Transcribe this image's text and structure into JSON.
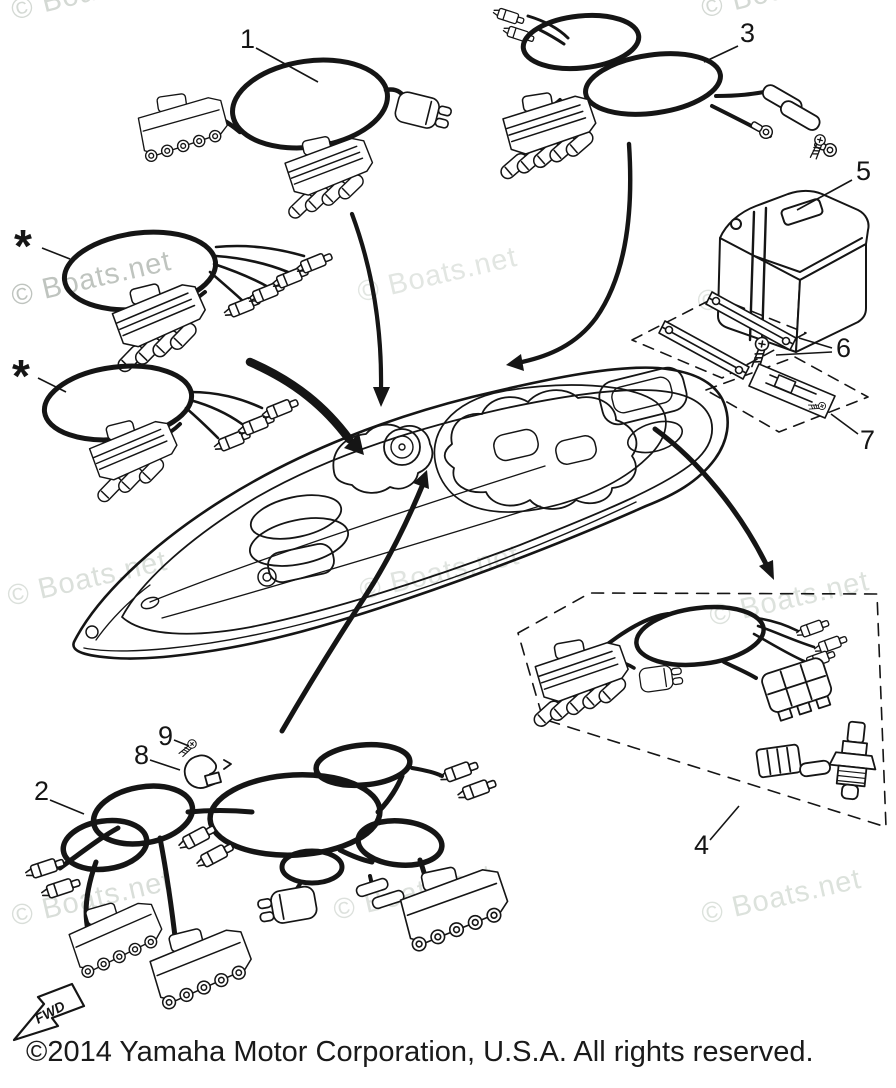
{
  "diagram": {
    "watermark": {
      "text": "© Boats.net",
      "color": "#c9cec9"
    },
    "copyright": "©2014 Yamaha Motor Corporation, U.S.A. All rights reserved.",
    "fwd_label": "FWD",
    "line_color": "#151515",
    "background_color": "#ffffff",
    "callouts": [
      {
        "label": "1"
      },
      {
        "label": "2"
      },
      {
        "label": "3"
      },
      {
        "label": "4"
      },
      {
        "label": "5"
      },
      {
        "label": "6"
      },
      {
        "label": "7"
      },
      {
        "label": "8"
      },
      {
        "label": "9"
      },
      {
        "label": "*"
      },
      {
        "label": "*"
      }
    ]
  }
}
